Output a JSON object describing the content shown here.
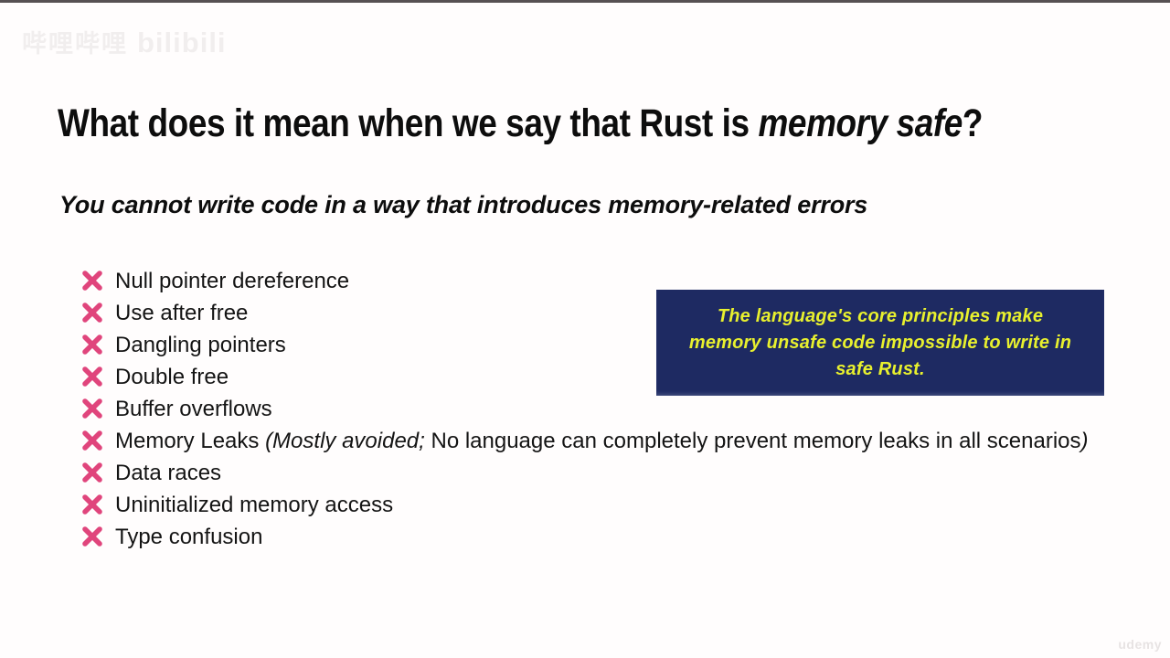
{
  "page": {
    "background": "#fffdfd",
    "top_bar_color": "#575153"
  },
  "watermarks": {
    "top_left_cjk": "哔哩哔哩",
    "top_left_logo": "bilibili",
    "bottom_right": "udemy"
  },
  "title": {
    "prefix": "What does it mean when we say that Rust is ",
    "emphasis": "memory safe",
    "suffix": "?"
  },
  "subtitle": "You cannot write code in a way that introduces memory-related errors",
  "error_list": {
    "icon": "red-cross",
    "icon_color": "#e0457c",
    "items": [
      "Null pointer dereference",
      "Use after free",
      "Dangling pointers",
      "Double free",
      "Buffer overflows"
    ],
    "memory_leaks_item": {
      "prefix": "Memory Leaks ",
      "italic_open": "(Mostly avoided;",
      "middle": " No language can completely prevent memory leaks in all scenarios",
      "italic_close": ")"
    },
    "items_tail": [
      "Data races",
      "Uninitialized memory access",
      "Type confusion"
    ]
  },
  "callout": {
    "background": "#1e2a62",
    "text_color": "#e8f02e",
    "lines": [
      "The language's core principles make",
      "memory unsafe code impossible to write in",
      "safe Rust."
    ]
  }
}
